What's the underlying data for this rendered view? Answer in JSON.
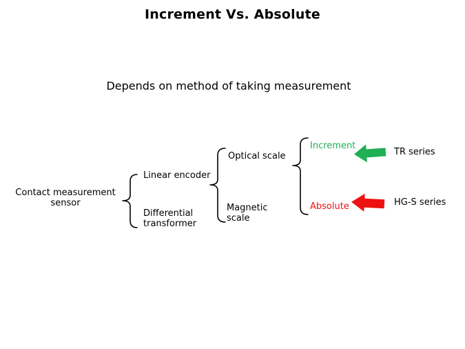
{
  "slide": {
    "title": "Increment Vs. Absolute",
    "subtitle": "Depends on method of taking measurement"
  },
  "tree": {
    "root": "Contact measurement sensor",
    "branches": [
      "Linear encoder",
      "Differential transformer"
    ],
    "scales": [
      "Optical scale",
      "Magnetic scale"
    ],
    "rows": [
      {
        "label": "Increment",
        "arrow_icon": "green-left-arrow",
        "series": "TR series"
      },
      {
        "label": "Absolute",
        "arrow_icon": "red-left-arrow",
        "series": "HG-S series"
      }
    ]
  },
  "colors": {
    "increment_green": "#1FAF54",
    "absolute_red": "#EE1111",
    "text_black": "#000000",
    "background": "#FFFFFF"
  }
}
